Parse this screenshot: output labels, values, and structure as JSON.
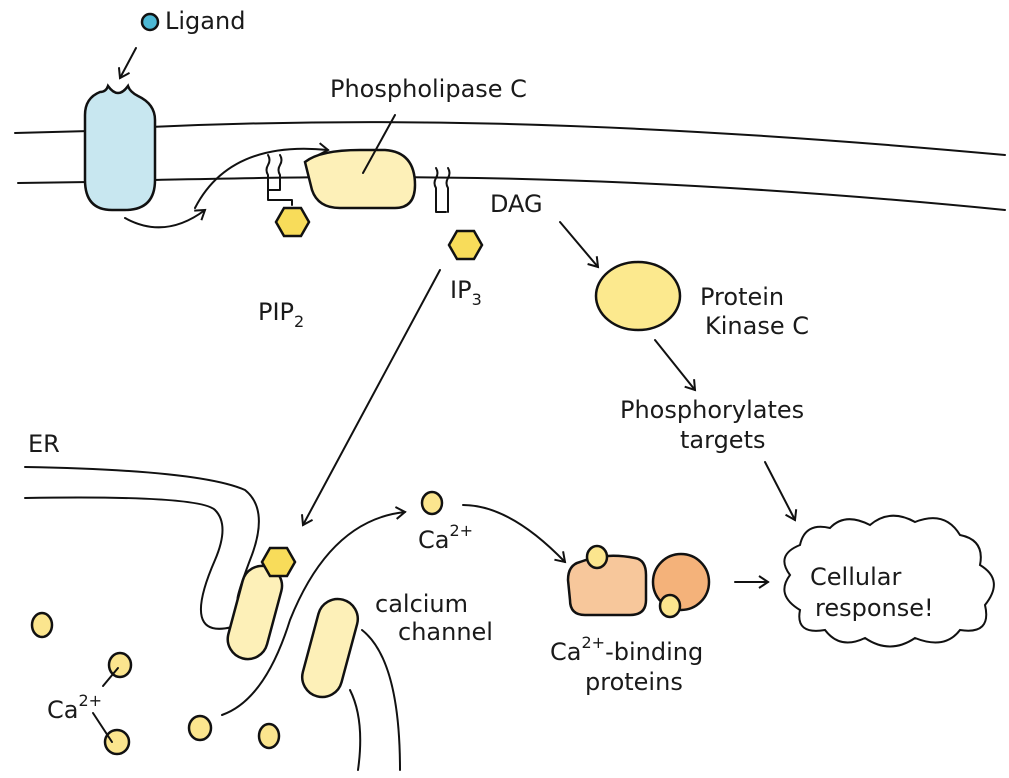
{
  "labels": {
    "ligand": "Ligand",
    "phospholipase_c": "Phospholipase C",
    "dag": "DAG",
    "pip2": {
      "main": "PIP",
      "sub": "2"
    },
    "ip3": {
      "main": "IP",
      "sub": "3"
    },
    "protein_kinase_c": {
      "line1": "Protein",
      "line2": "Kinase C"
    },
    "phosphorylates_targets": {
      "line1": "Phosphorylates",
      "line2": "targets"
    },
    "er": "ER",
    "ca_released": {
      "main": "Ca",
      "sup": "2+"
    },
    "ca_store": {
      "main": "Ca",
      "sup": "2+"
    },
    "calcium_channel": {
      "line1": "calcium",
      "line2": "channel"
    },
    "ca_binding_proteins": {
      "main": "Ca",
      "sup": "2+",
      "rest": "-binding",
      "line2": "proteins"
    },
    "cellular_response": {
      "line1": "Cellular",
      "line2": "response!"
    }
  },
  "colors": {
    "ligand": "#4db8d4",
    "receptor": "#c8e7f0",
    "phospholipase_c": "#fdf0b8",
    "ip3_hexagon": "#f8dc5a",
    "protein_kinase_c": "#fce98e",
    "calcium_ion": "#fbe58e",
    "channel": "#fdf0b8",
    "binding_protein_1": "#f7c79b",
    "binding_protein_2": "#f4b27a"
  }
}
